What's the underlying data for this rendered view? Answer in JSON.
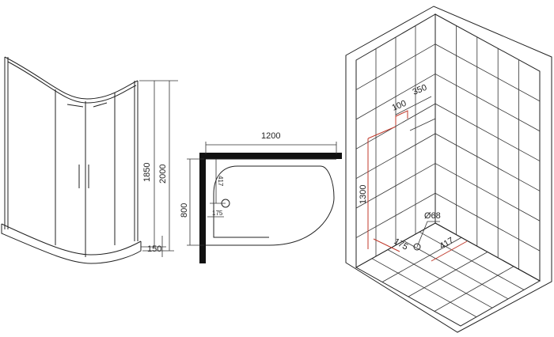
{
  "enclosure": {
    "height_total": "2000",
    "height_glass": "1850",
    "tray_height": "150"
  },
  "tray": {
    "width": "1200",
    "depth": "800",
    "drain_from_back": "417",
    "drain_from_side": "175"
  },
  "room": {
    "waste_height": "1300",
    "dim_100": "100",
    "dim_350": "350",
    "drain_diameter": "Ø68",
    "drain_175": "175",
    "drain_417": "417"
  },
  "colors": {
    "line": "#222222",
    "wall": "#111111",
    "dimension_red": "#c0392b"
  }
}
